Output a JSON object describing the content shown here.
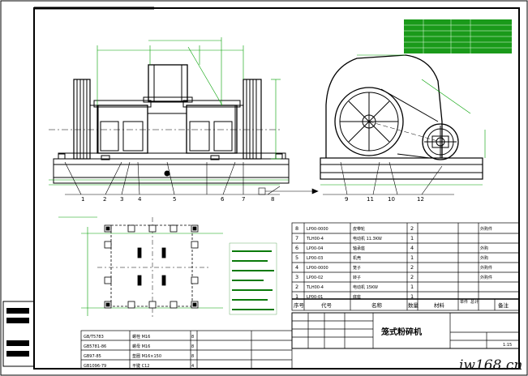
{
  "watermark": "iw168.cn",
  "part_numbers": [
    "1",
    "2",
    "3",
    "4",
    "5",
    "6",
    "7",
    "8",
    "9",
    "11",
    "10",
    "12"
  ],
  "title_block": {
    "drawing_title": "笼式粉碎机",
    "scale_value": "1:15"
  },
  "parts_list": {
    "headers": [
      "序号",
      "代号",
      "名称",
      "数量",
      "材料",
      "单件",
      "总计",
      "备注"
    ],
    "rows": [
      {
        "no": "8",
        "code": "LP00-0000",
        "name": "皮带轮",
        "qty": "2",
        "note": "外购件"
      },
      {
        "no": "7",
        "code": "TLH00-4",
        "name": "电动机 11.3KW",
        "qty": "1",
        "note": ""
      },
      {
        "no": "6",
        "code": "LP00-04",
        "name": "轴承座",
        "qty": "4",
        "note": "外购"
      },
      {
        "no": "5",
        "code": "LP00-03",
        "name": "机壳",
        "qty": "1",
        "note": "外购"
      },
      {
        "no": "4",
        "code": "LP00-0000",
        "name": "笼子",
        "qty": "2",
        "note": "外购件"
      },
      {
        "no": "3",
        "code": "LP00-02",
        "name": "转子",
        "qty": "2",
        "note": "外购件"
      },
      {
        "no": "2",
        "code": "TLH00-4",
        "name": "电动机 15KW",
        "qty": "1",
        "note": ""
      },
      {
        "no": "1",
        "code": "LP00-01",
        "name": "底座",
        "qty": "1",
        "note": ""
      }
    ]
  },
  "std_parts": [
    {
      "code": "GB/T5783",
      "name": "螺栓 M16",
      "qty": "8"
    },
    {
      "code": "GB5781-86",
      "name": "螺母 M16",
      "qty": "8"
    },
    {
      "code": "GB97-85",
      "name": "垫圈 M16×150",
      "qty": "8"
    },
    {
      "code": "GB1096-79",
      "name": "平键 C12",
      "qty": "4"
    }
  ],
  "colors": {
    "line": "#000000",
    "dimension": "#00a000",
    "table_fill": "#1a9a1a",
    "table_text": "#e8ffe8"
  }
}
